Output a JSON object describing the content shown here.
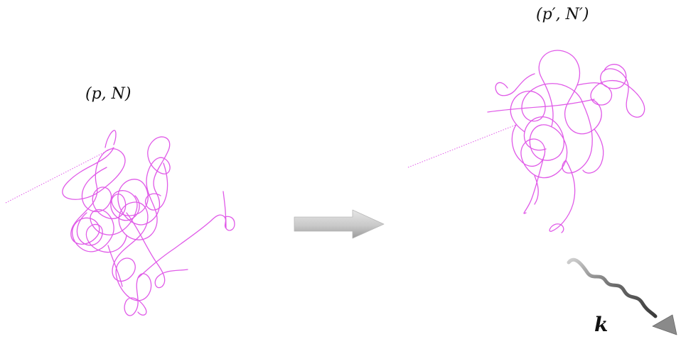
{
  "labels": {
    "initial_state": "(p, N)",
    "final_state": "(p′, N′)",
    "photon": "k"
  },
  "colors": {
    "polymer": "#e05ae8",
    "arrow": "#c8c8c8",
    "photon": "#6a6a6a"
  },
  "icons": {
    "transition": "right-arrow-icon",
    "photon": "wavy-photon-arrow-icon"
  }
}
